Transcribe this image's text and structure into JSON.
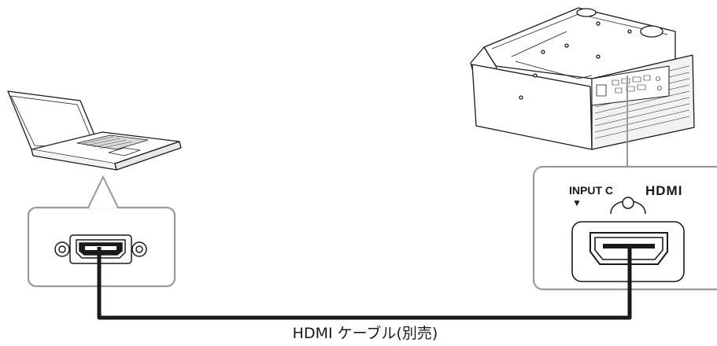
{
  "projector_panel": {
    "input_label": "INPUT C",
    "arrow_glyph": "▼",
    "hdmi_logo": "HDMI"
  },
  "cable": {
    "caption": "HDMI ケーブル(別売)",
    "color": "#1a1a1a"
  },
  "colors": {
    "outline": "#1a1a1a",
    "callout_gray": "#9a9a9a",
    "panel_fill": "#ffffff"
  },
  "icons": [
    "laptop-icon",
    "projector-icon",
    "hdmi-port-icon"
  ]
}
